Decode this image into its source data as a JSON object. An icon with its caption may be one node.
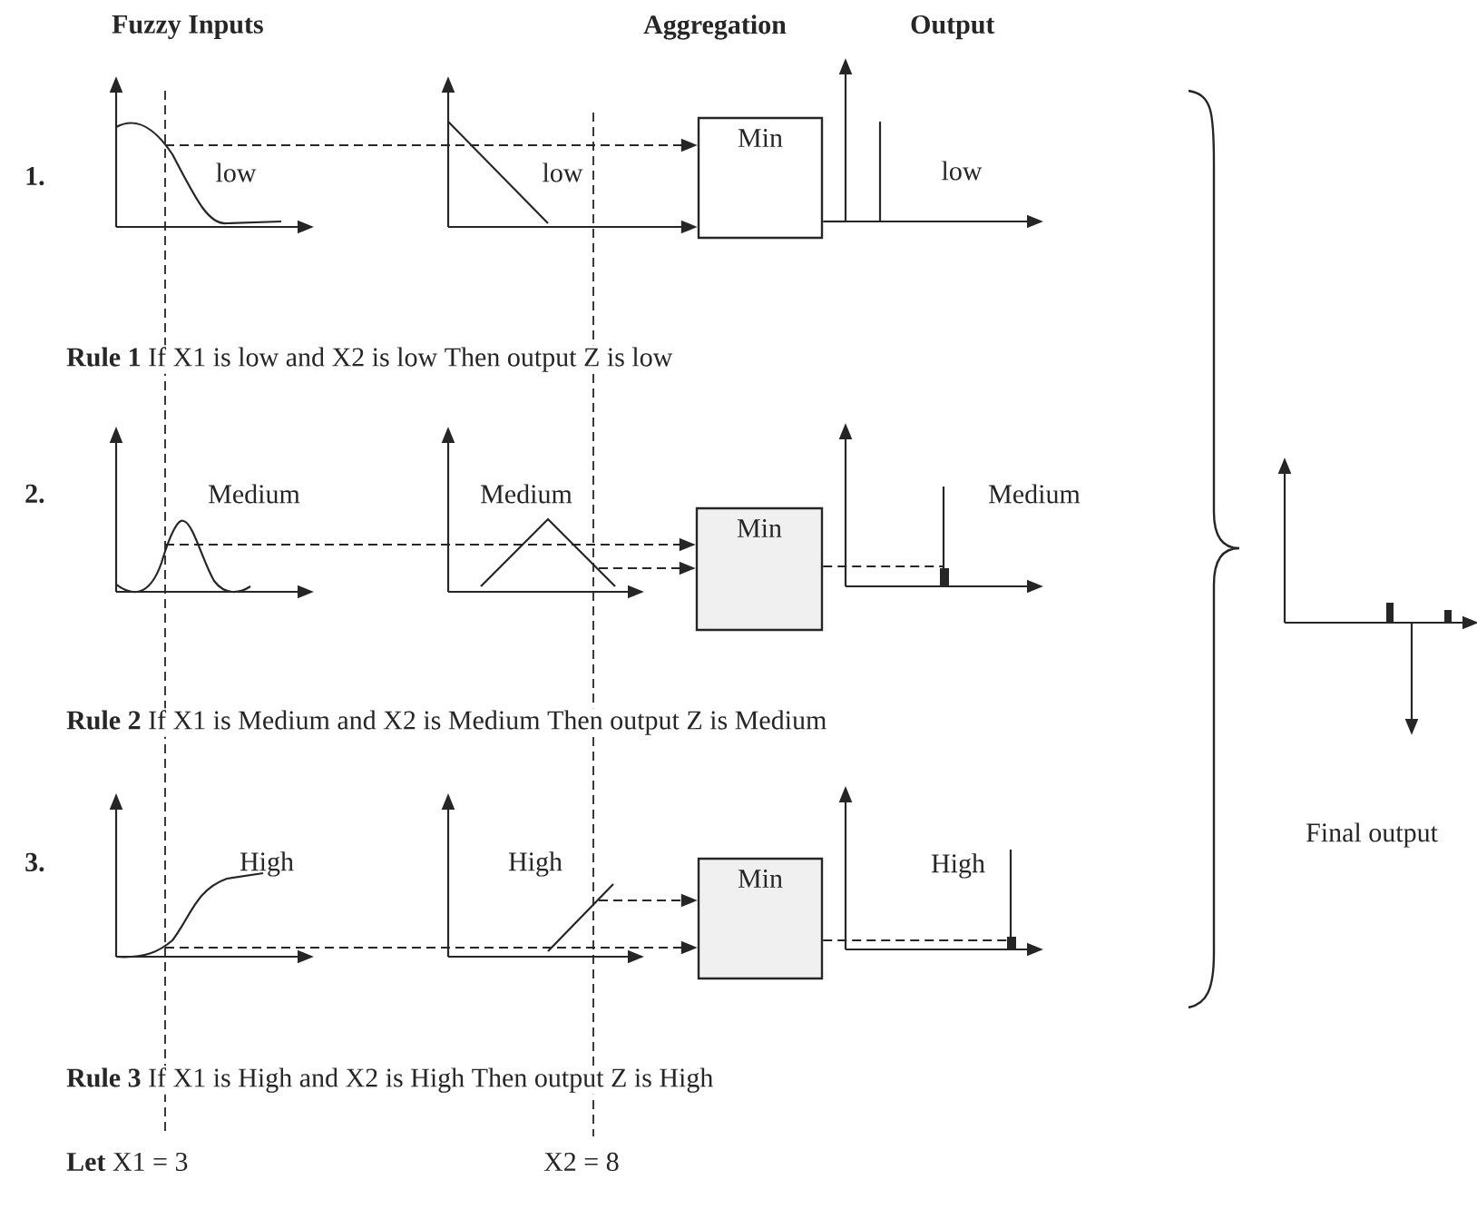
{
  "diagram": {
    "nodes": [
      {
        "text": [
          "low"
        ]
      },
      {
        "text": [
          "low"
        ]
      },
      {
        "text": [
          "Min"
        ]
      },
      {
        "text": [
          "low"
        ]
      },
      {
        "text": [
          "Medium"
        ]
      },
      {
        "text": [
          "Medium"
        ]
      },
      {
        "text": [
          "Min"
        ]
      },
      {
        "text": [
          "Medium"
        ]
      },
      {
        "text": [
          "High"
        ]
      },
      {
        "text": [
          "High"
        ]
      },
      {
        "text": [
          "Min"
        ]
      },
      {
        "text": [
          "High"
        ]
      }
    ],
    "edges": [
      {
        "from": 0,
        "to": 2,
        "arrow": "to",
        "style": "dashed"
      },
      {
        "from": 1,
        "to": 2,
        "arrow": "to"
      },
      {
        "from": 2,
        "to": 3,
        "arrow": "none"
      },
      {
        "from": 4,
        "to": 6,
        "arrow": "to",
        "style": "dashed"
      },
      {
        "from": 5,
        "to": 6,
        "arrow": "to",
        "style": "dashed"
      },
      {
        "from": 6,
        "to": 7,
        "arrow": "none",
        "style": "dashed"
      },
      {
        "from": 8,
        "to": 10,
        "arrow": "to",
        "style": "dashed"
      },
      {
        "from": 9,
        "to": 10,
        "arrow": "to",
        "style": "dashed"
      },
      {
        "from": 10,
        "to": 11,
        "arrow": "none",
        "style": "dashed"
      }
    ],
    "labels": [
      "Fuzzy Inputs",
      "Aggregation",
      "Output",
      "1.",
      "**Rule 1** If X1 is low and X2 is low Then output Z is low",
      "2.",
      "**Rule 2** If X1 is Medium and X2 is Medium Then output Z is Medium",
      "3.",
      "**Rule 3** If X1 is High and X2 is High Then output Z is High",
      "Final output",
      "**Let** X1 = 3",
      "X2 = 8"
    ]
  }
}
